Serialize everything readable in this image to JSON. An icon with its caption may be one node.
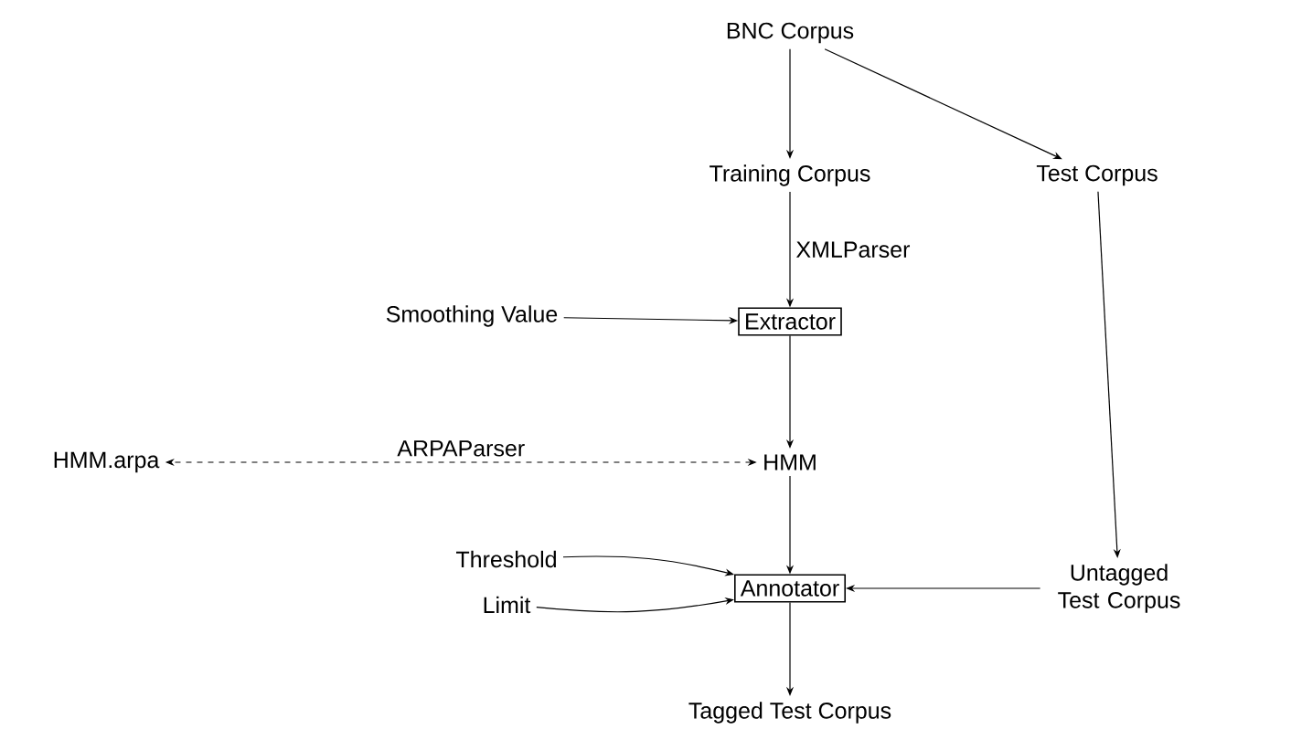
{
  "diagram": {
    "nodes": [
      {
        "text": [
          "BNC Corpus"
        ]
      },
      {
        "text": [
          "Training Corpus"
        ]
      },
      {
        "text": [
          "Test Corpus"
        ]
      },
      {
        "text": [
          "Smoothing Value"
        ]
      },
      {
        "text": [
          "Extractor"
        ]
      },
      {
        "text": [
          "HMM.arpa"
        ]
      },
      {
        "text": [
          "HMM"
        ]
      },
      {
        "text": [
          "Threshold"
        ]
      },
      {
        "text": [
          "Limit"
        ]
      },
      {
        "text": [
          "Annotator"
        ]
      },
      {
        "text": [
          "Untagged Test Corpus"
        ]
      },
      {
        "text": [
          "Tagged Test Corpus"
        ]
      }
    ],
    "edges": [
      {
        "from": 0,
        "to": 1,
        "arrow": "to"
      },
      {
        "from": 0,
        "to": 2,
        "arrow": "to"
      },
      {
        "from": 1,
        "to": 4,
        "arrow": "to",
        "label": "XMLParser"
      },
      {
        "from": 3,
        "to": 4,
        "arrow": "to"
      },
      {
        "from": 4,
        "to": 6,
        "arrow": "to"
      },
      {
        "from": 6,
        "to": 5,
        "arrow": "both",
        "label": "ARPAParser",
        "style": "dashed"
      },
      {
        "from": 2,
        "to": 10,
        "arrow": "to"
      },
      {
        "from": 6,
        "to": 9,
        "arrow": "to"
      },
      {
        "from": 7,
        "to": 9,
        "arrow": "to"
      },
      {
        "from": 8,
        "to": 9,
        "arrow": "to"
      },
      {
        "from": 10,
        "to": 9,
        "arrow": "to"
      },
      {
        "from": 9,
        "to": 11,
        "arrow": "to"
      }
    ]
  }
}
